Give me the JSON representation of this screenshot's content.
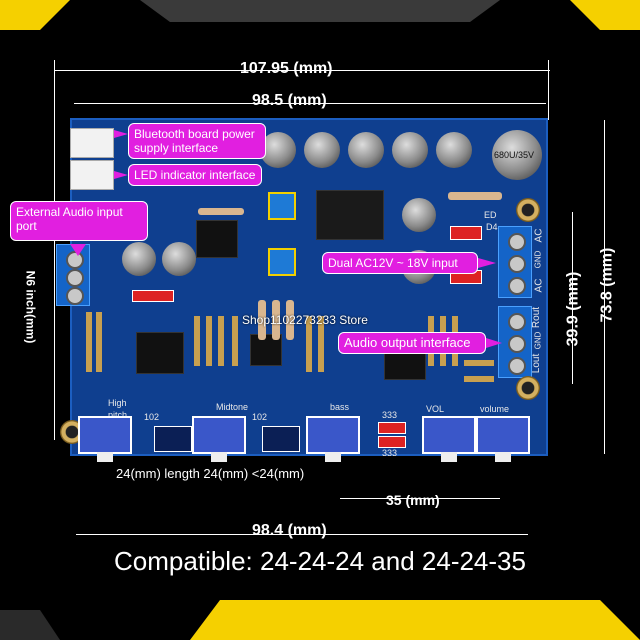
{
  "dimensions": {
    "top_outer": "107.95 (mm)",
    "top_inner": "98.5 (mm)",
    "bottom_width": "98.4 (mm)",
    "right_height": "73.8 (mm)",
    "right_inner": "39.9 (mm)",
    "left_side": "N6 inch(mm)",
    "knob_spacing": "24(mm) length 24(mm) <24(mm)",
    "knob_35": "35 (mm)"
  },
  "callouts": {
    "bluetooth": "Bluetooth board power supply interface",
    "led": "LED indicator interface",
    "external_audio": "External Audio input port",
    "dual_ac": "Dual AC12V ~ 18V input",
    "audio_output": "Audio output interface"
  },
  "silkscreen": {
    "cap_rating": "680U/35V",
    "ac_top": "AC",
    "gnd": "GND",
    "ac_bottom": "AC",
    "rout": "Rout",
    "gnd2": "GND",
    "lout": "Lout",
    "high": "High",
    "pitch": "pitch",
    "midtone": "Midtone",
    "bass": "bass",
    "vol": "VOL",
    "volume": "volume",
    "code_102a": "102",
    "code_102b": "102",
    "code_333a": "333",
    "code_333b": "333",
    "ed": "ED",
    "d4": "D4"
  },
  "watermark": "Shop1102273233 Store",
  "banner": "Compatible: 24-24-24 and 24-24-35",
  "colors": {
    "pcb": "#0f3f8f",
    "callout": "#e11fe0",
    "accent": "#f5d000"
  }
}
